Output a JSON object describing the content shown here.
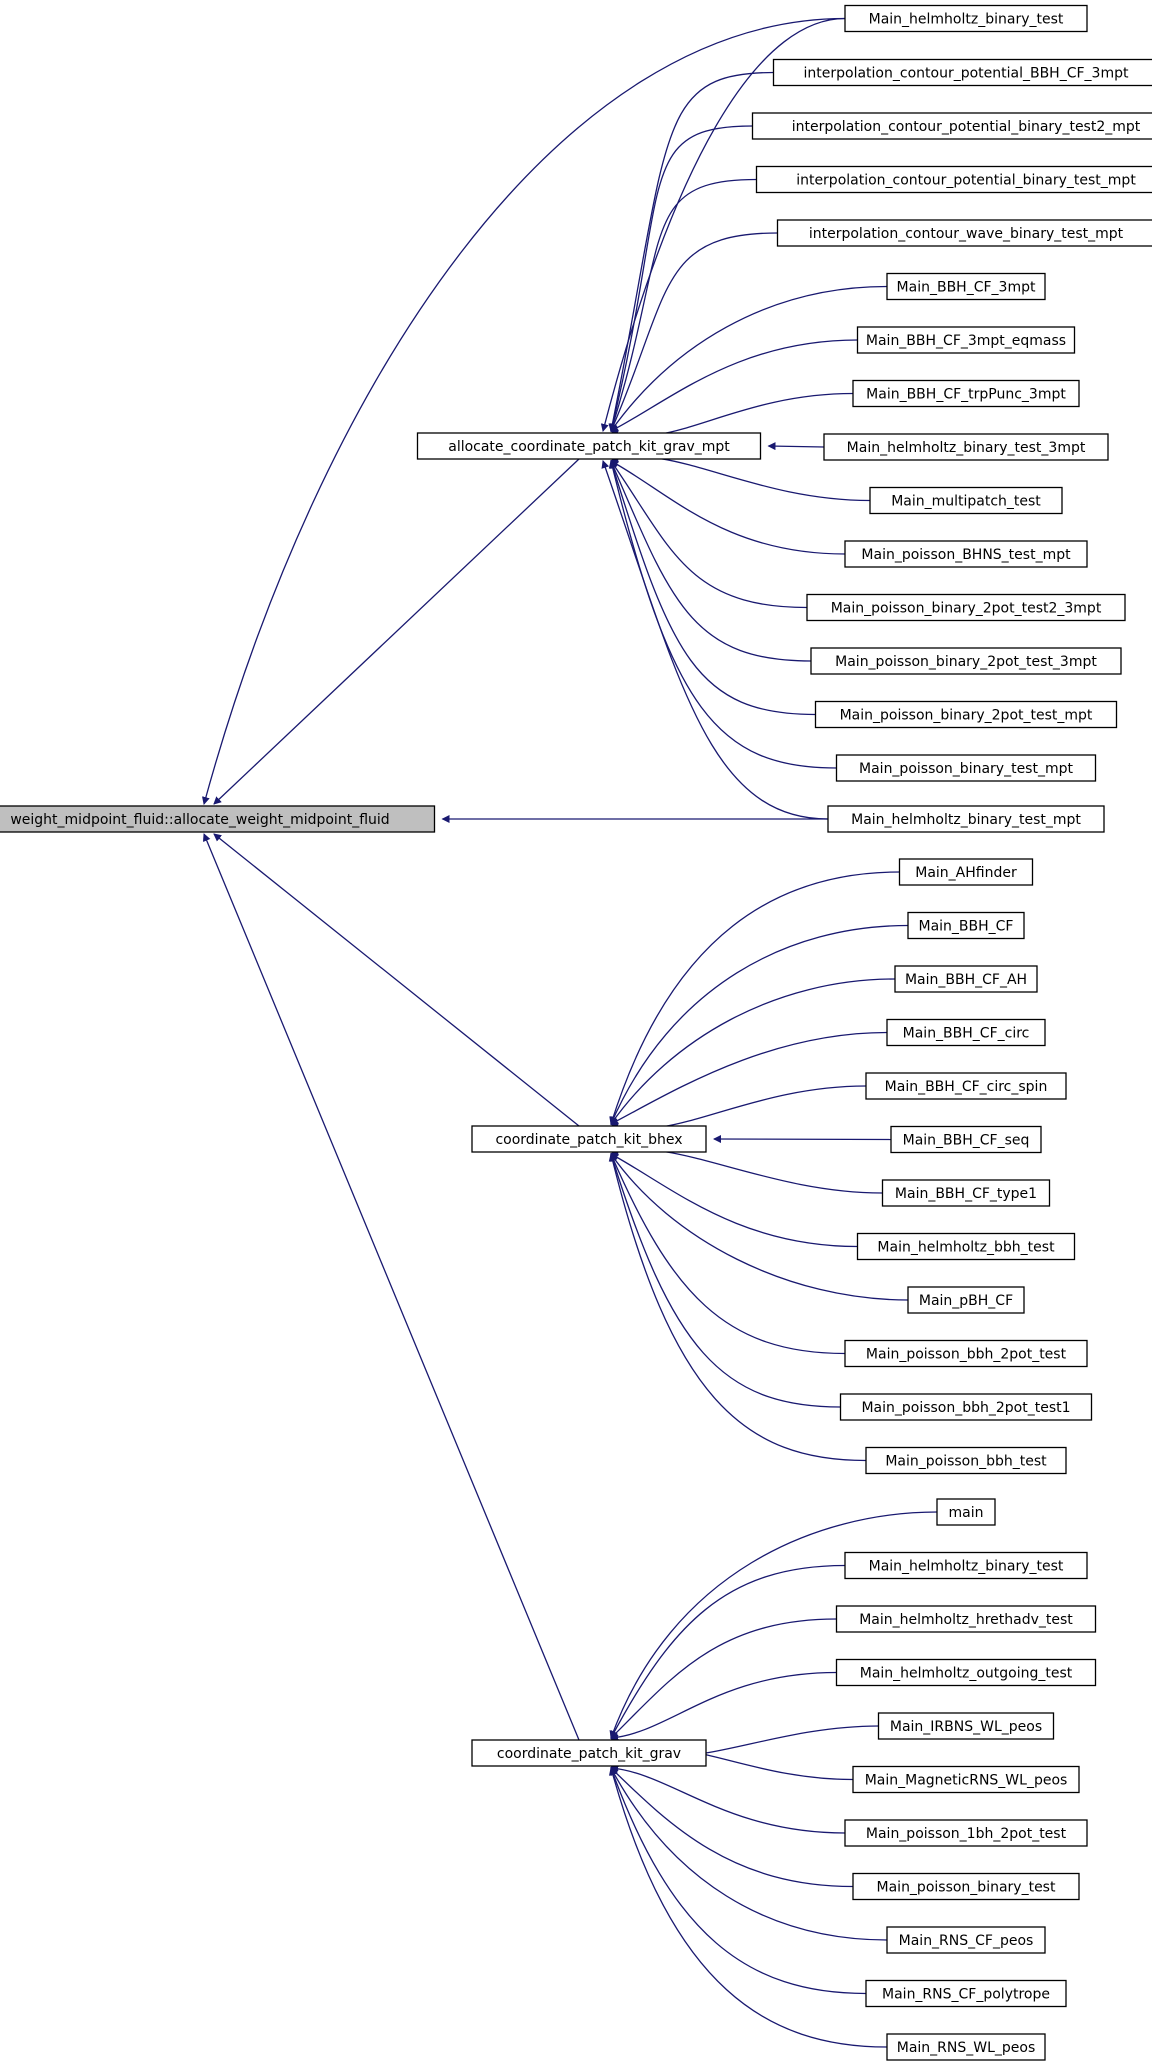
{
  "graph": {
    "edge_color": "#191970",
    "node_fill": "#ffffff",
    "root_fill": "#bfbfbf",
    "root": {
      "id": "root",
      "label": "weight_midpoint_fluid::allocate_weight_midpoint_fluid"
    },
    "groups": [
      {
        "id": "mpt",
        "label": "allocate_coordinate_patch_kit_grav_mpt",
        "callers": [
          "interpolation_contour_potential_BBH_CF_3mpt",
          "interpolation_contour_potential_binary_test2_mpt",
          "interpolation_contour_potential_binary_test_mpt",
          "interpolation_contour_wave_binary_test_mpt",
          "Main_BBH_CF_3mpt",
          "Main_BBH_CF_3mpt_eqmass",
          "Main_BBH_CF_trpPunc_3mpt",
          "Main_helmholtz_binary_test_3mpt",
          "Main_multipatch_test",
          "Main_poisson_BHNS_test_mpt",
          "Main_poisson_binary_2pot_test2_3mpt",
          "Main_poisson_binary_2pot_test_3mpt",
          "Main_poisson_binary_2pot_test_mpt",
          "Main_poisson_binary_test_mpt"
        ]
      },
      {
        "id": "bhex",
        "label": "coordinate_patch_kit_bhex",
        "callers": [
          "Main_AHfinder",
          "Main_BBH_CF",
          "Main_BBH_CF_AH",
          "Main_BBH_CF_circ",
          "Main_BBH_CF_circ_spin",
          "Main_BBH_CF_seq",
          "Main_BBH_CF_type1",
          "Main_helmholtz_bbh_test",
          "Main_pBH_CF",
          "Main_poisson_bbh_2pot_test",
          "Main_poisson_bbh_2pot_test1",
          "Main_poisson_bbh_test"
        ]
      },
      {
        "id": "grav",
        "label": "coordinate_patch_kit_grav",
        "callers": [
          "main",
          "Main_helmholtz_binary_test",
          "Main_helmholtz_hrethadv_test",
          "Main_helmholtz_outgoing_test",
          "Main_IRBNS_WL_peos",
          "Main_MagneticRNS_WL_peos",
          "Main_poisson_1bh_2pot_test",
          "Main_poisson_binary_test",
          "Main_RNS_CF_peos",
          "Main_RNS_CF_polytrope",
          "Main_RNS_WL_peos"
        ]
      }
    ],
    "shared_callers": [
      {
        "id": "s1",
        "label": "Main_helmholtz_binary_test"
      },
      {
        "id": "s2",
        "label": "Main_helmholtz_binary_test_mpt"
      }
    ]
  }
}
